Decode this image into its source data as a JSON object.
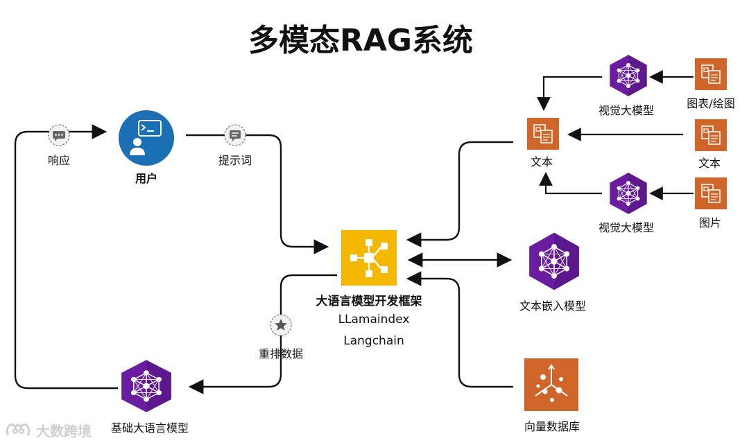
{
  "diagram": {
    "title": "多模态RAG系统",
    "nodes": {
      "user": {
        "label": "用户"
      },
      "framework": {
        "label": "大语言模型开发框架",
        "sublabels": [
          "LLamaindex",
          "Langchain"
        ]
      },
      "base_llm": {
        "label": "基础大语言模型"
      },
      "embedding_model": {
        "label": "文本嵌入模型"
      },
      "vector_db": {
        "label": "向量数据库"
      },
      "text_hub": {
        "label": "文本"
      },
      "vision_model_top": {
        "label": "视觉大模型"
      },
      "vision_model_bottom": {
        "label": "视觉大模型"
      },
      "source_charts": {
        "label": "图表/绘图"
      },
      "source_text": {
        "label": "文本"
      },
      "source_images": {
        "label": "图片"
      }
    },
    "edge_labels": {
      "response": "响应",
      "prompt": "提示词",
      "rerank": "重排数据"
    },
    "colors": {
      "user_blue": "#1B6FB5",
      "framework_yellow": "#F5B800",
      "model_purple": "#6A1D9E",
      "doc_orange": "#D0652A",
      "line": "#111111"
    }
  },
  "watermark": {
    "text": "大数跨境"
  }
}
